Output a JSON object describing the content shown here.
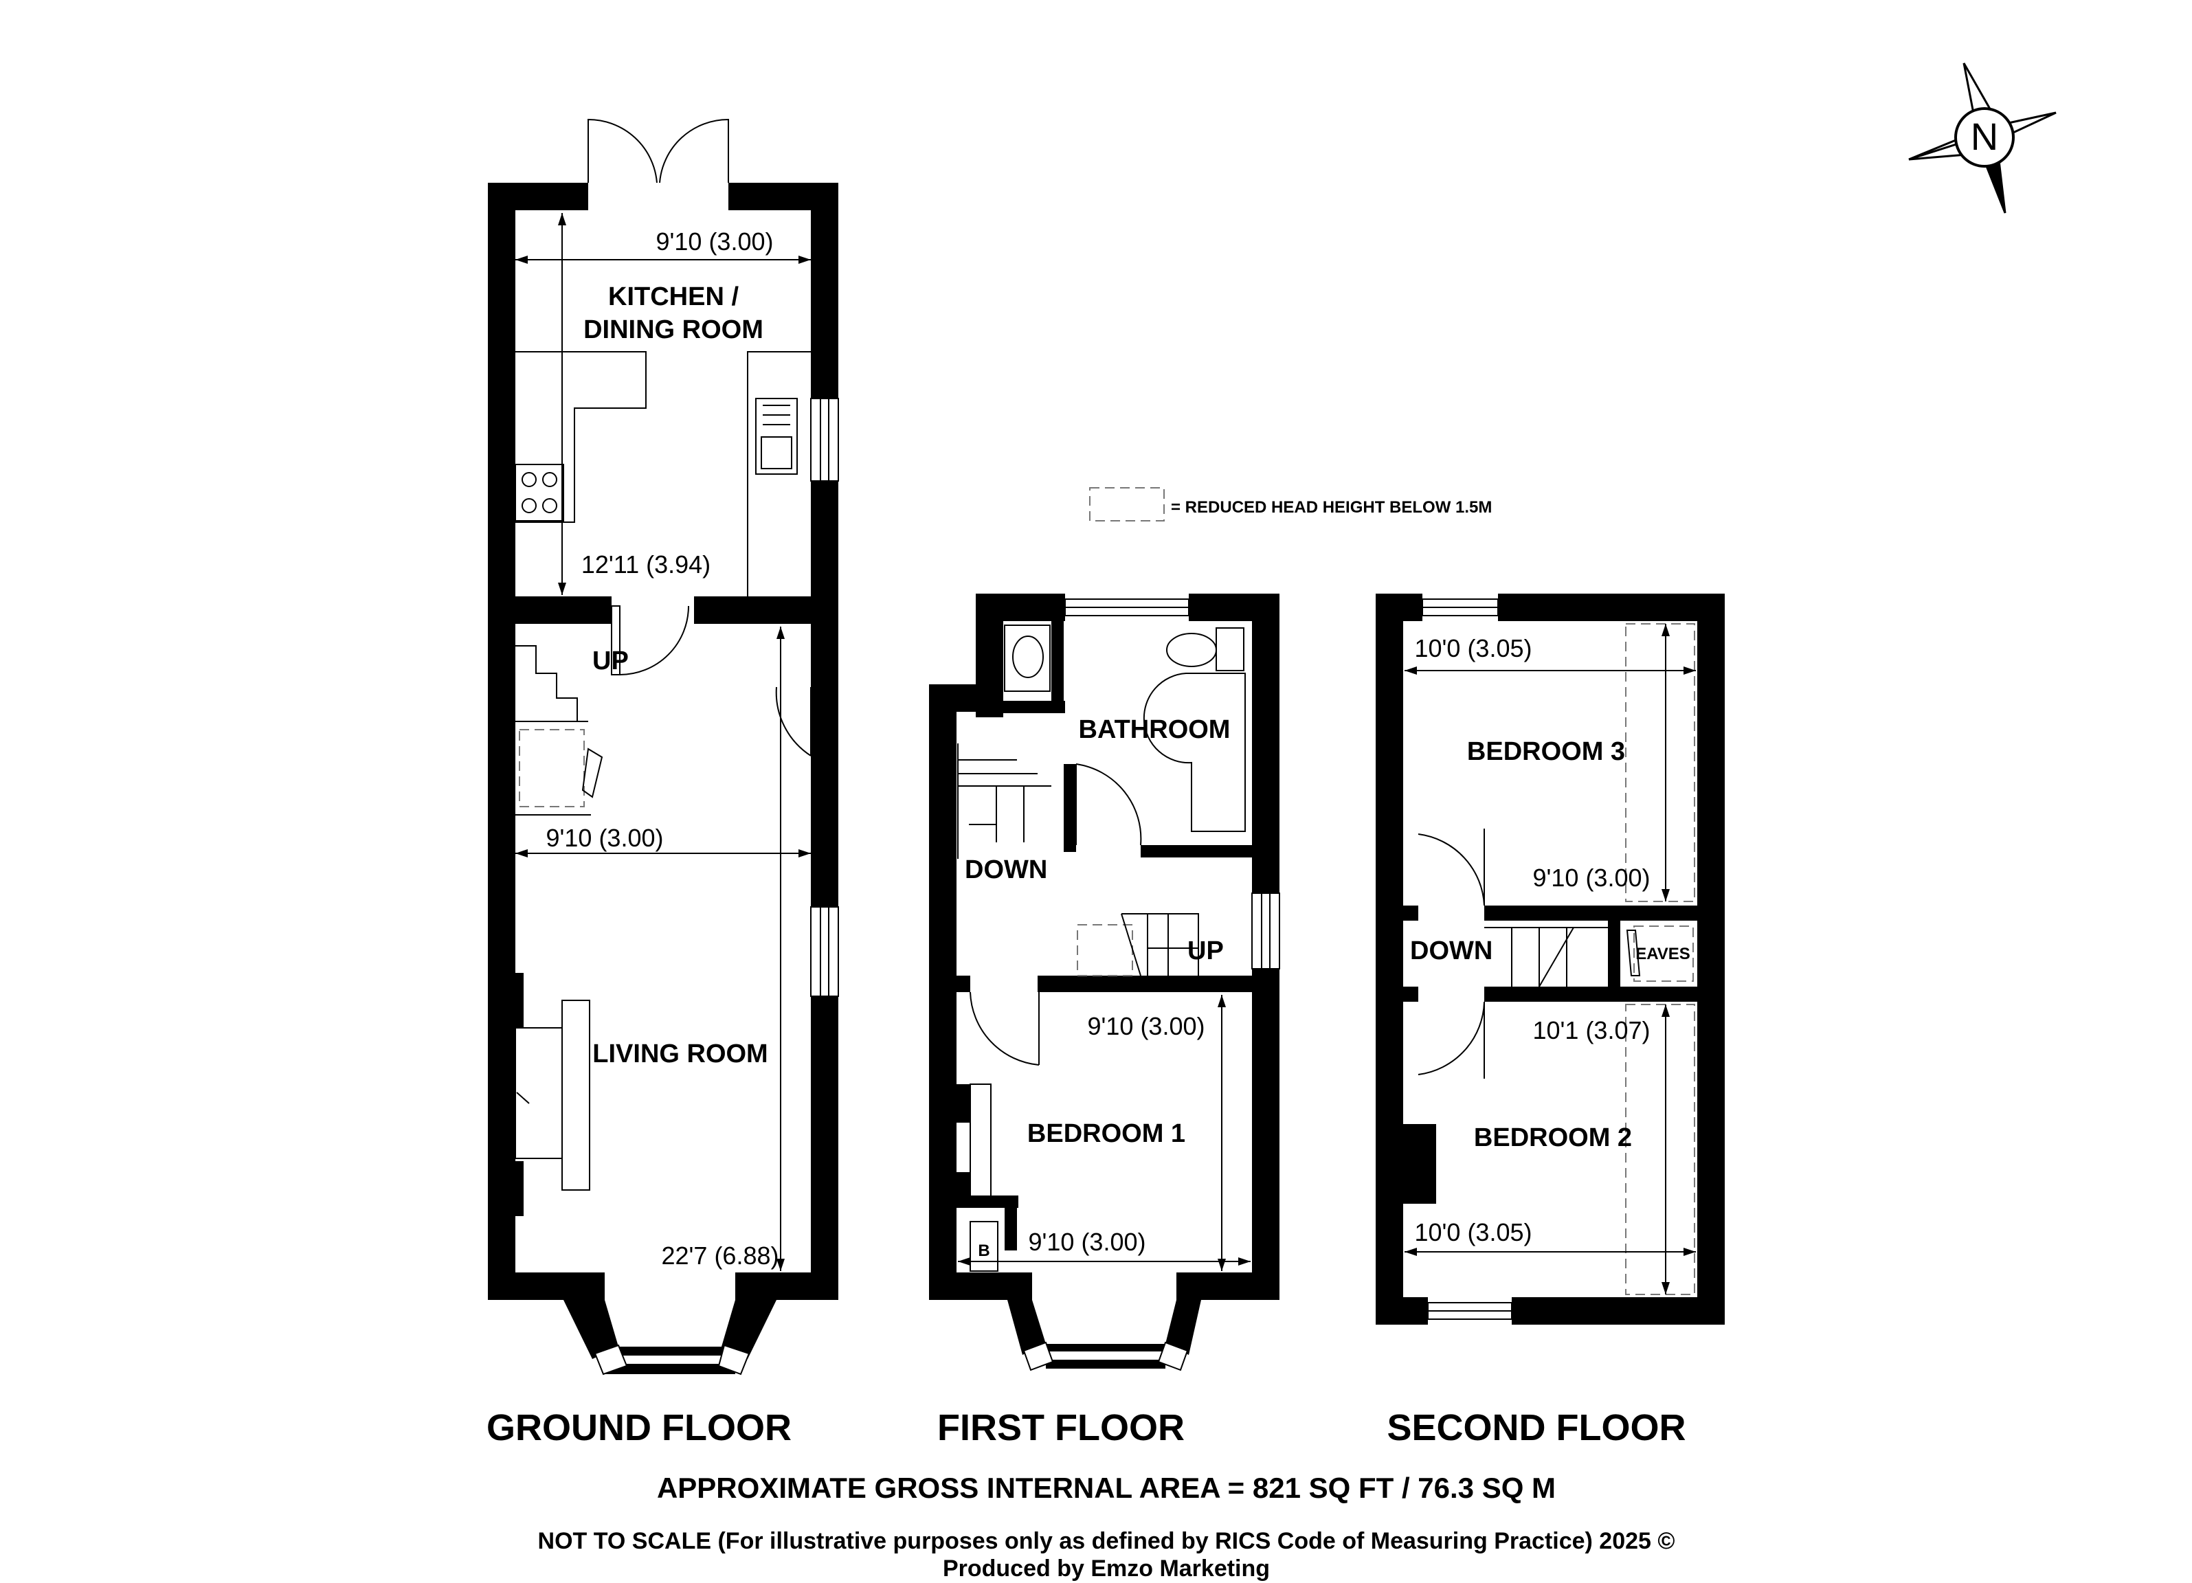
{
  "compass": {
    "label": "N",
    "icon": "north-arrow-icon"
  },
  "legend": {
    "text": "= REDUCED HEAD HEIGHT BELOW 1.5M"
  },
  "ground_floor": {
    "label": "GROUND FLOOR",
    "kitchen": {
      "name_line1": "KITCHEN /",
      "name_line2": "DINING ROOM",
      "width": "9'10 (3.00)",
      "length": "12'11 (3.94)"
    },
    "living": {
      "name": "LIVING ROOM",
      "width": "9'10 (3.00)",
      "length": "22'7 (6.88)"
    },
    "stairs_label": "UP"
  },
  "first_floor": {
    "label": "FIRST FLOOR",
    "bathroom": {
      "name": "BATHROOM"
    },
    "down_label": "DOWN",
    "up_label": "UP",
    "bedroom1": {
      "name": "BEDROOM 1",
      "width": "9'10 (3.00)",
      "length": "9'10 (3.00)"
    },
    "boiler_label": "B"
  },
  "second_floor": {
    "label": "SECOND FLOOR",
    "bedroom3": {
      "name": "BEDROOM 3",
      "width": "10'0 (3.05)",
      "length": "9'10 (3.00)"
    },
    "down_label": "DOWN",
    "eaves_label": "EAVES",
    "bedroom2": {
      "name": "BEDROOM 2",
      "width": "10'0 (3.05)",
      "length": "10'1 (3.07)"
    }
  },
  "area": "APPROXIMATE GROSS INTERNAL AREA = 821 SQ FT / 76.3 SQ M",
  "disclaimer": "NOT TO SCALE (For illustrative purposes only as defined by RICS Code of Measuring Practice) 2025 ©",
  "credit": "Produced by Emzo Marketing"
}
